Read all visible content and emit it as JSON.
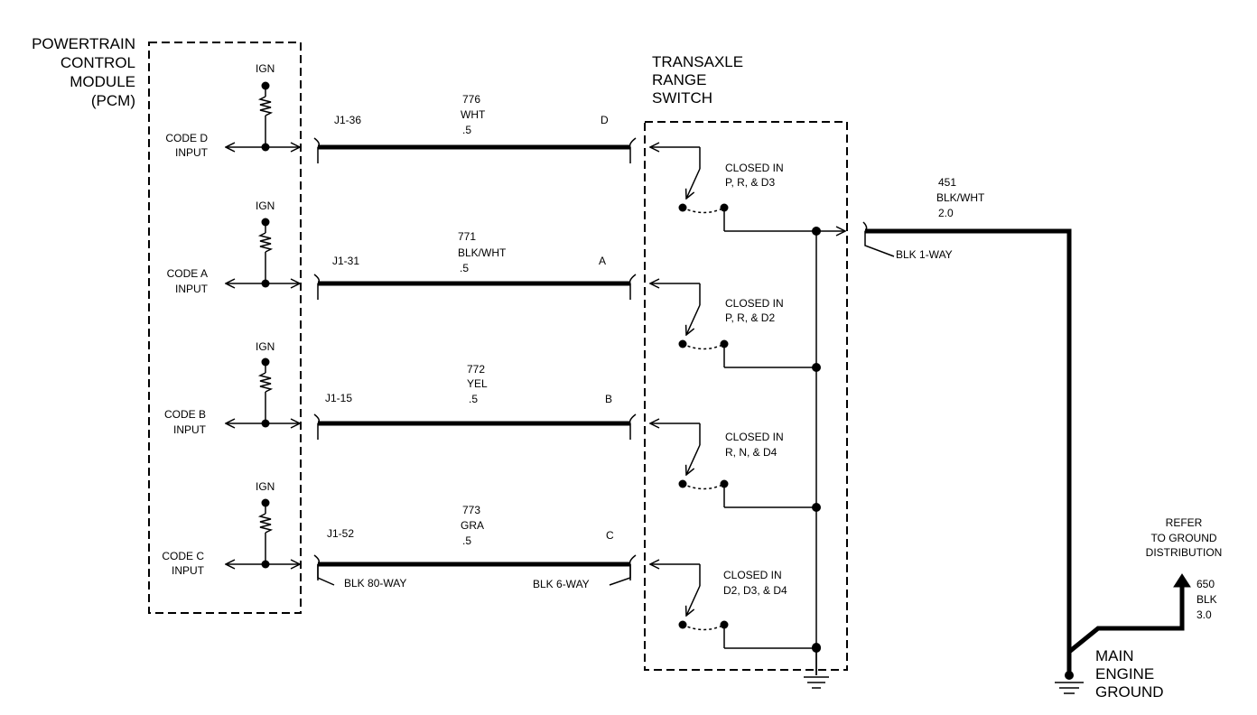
{
  "pcm": {
    "line1": "POWERTRAIN",
    "line2": "CONTROL",
    "line3": "MODULE",
    "line4": "(PCM)"
  },
  "trs": {
    "line1": "TRANSAXLE",
    "line2": "RANGE",
    "line3": "SWITCH"
  },
  "circuits": [
    {
      "code": "CODE D",
      "input": "INPUT",
      "ign": "IGN",
      "pin": "J1-36",
      "wire_no": "776",
      "color": "WHT",
      "gauge": ".5",
      "letter": "D",
      "switch_label": "CLOSED IN",
      "switch_states": "P,  R,  & D3"
    },
    {
      "code": "CODE A",
      "input": "INPUT",
      "ign": "IGN",
      "pin": "J1-31",
      "wire_no": "771",
      "color": "BLK/WHT",
      "gauge": ".5",
      "letter": "A",
      "switch_label": "CLOSED IN",
      "switch_states": "P,  R,  & D2"
    },
    {
      "code": "CODE B",
      "input": "INPUT",
      "ign": "IGN",
      "pin": "J1-15",
      "wire_no": "772",
      "color": "YEL",
      "gauge": ".5",
      "letter": "B",
      "switch_label": "CLOSED IN",
      "switch_states": "R,  N,  & D4"
    },
    {
      "code": "CODE C",
      "input": "INPUT",
      "ign": "IGN",
      "pin": "J1-52",
      "wire_no": "773",
      "color": "GRA",
      "gauge": ".5",
      "letter": "C",
      "switch_label": "CLOSED IN",
      "switch_states": "D2,  D3,  & D4"
    }
  ],
  "connectors": {
    "pcm": "BLK 80-WAY",
    "trs": "BLK 6-WAY",
    "ground_conn": "BLK 1-WAY"
  },
  "ground_wire": {
    "wire_no": "451",
    "color": "BLK/WHT",
    "gauge": "2.0"
  },
  "ref_wire": {
    "line1": "REFER",
    "line2": "TO GROUND",
    "line3": "DISTRIBUTION",
    "wire_no": "650",
    "color": "BLK",
    "gauge": "3.0"
  },
  "main_ground": {
    "line1": "MAIN",
    "line2": "ENGINE",
    "line3": "GROUND"
  }
}
